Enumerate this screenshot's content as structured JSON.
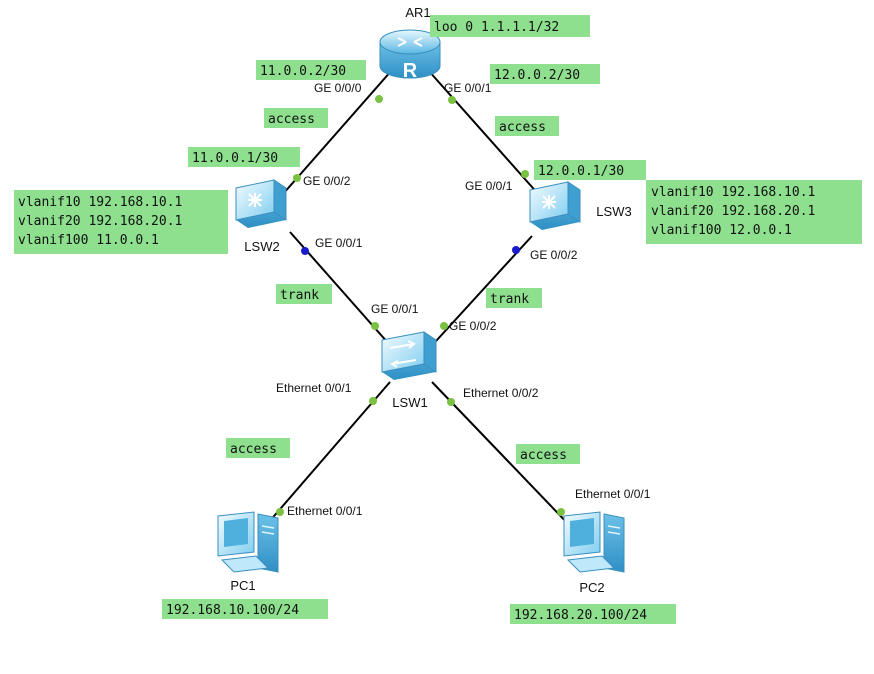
{
  "colors": {
    "note_bg": "#8ee08e",
    "link": "#000000",
    "port_green": "#7ac142",
    "port_blue": "#1a1acc",
    "device_light": "#dff6ff",
    "device_mid": "#8fd6f2",
    "device_dark": "#3fa7d6"
  },
  "devices": {
    "ar1": {
      "name": "AR1",
      "icon": "router-icon"
    },
    "lsw2": {
      "name": "LSW2",
      "icon": "l3-switch-icon"
    },
    "lsw3": {
      "name": "LSW3",
      "icon": "l3-switch-icon"
    },
    "lsw1": {
      "name": "LSW1",
      "icon": "l2-switch-icon"
    },
    "pc1": {
      "name": "PC1",
      "icon": "pc-icon"
    },
    "pc2": {
      "name": "PC2",
      "icon": "pc-icon"
    }
  },
  "ports": {
    "ar1_g000": "GE 0/0/0",
    "ar1_g001": "GE 0/0/1",
    "lsw2_g002": "GE 0/0/2",
    "lsw2_g001": "GE 0/0/1",
    "lsw3_g001": "GE 0/0/1",
    "lsw3_g002": "GE 0/0/2",
    "lsw1_g001": "GE 0/0/1",
    "lsw1_g002": "GE 0/0/2",
    "lsw1_e001": "Ethernet 0/0/1",
    "lsw1_e002": "Ethernet 0/0/2",
    "pc1_e001": "Ethernet 0/0/1",
    "pc2_e001": "Ethernet 0/0/1"
  },
  "notes": {
    "ar1_loopback": "loo 0 1.1.1.1/32",
    "ar1_left_ip": "11.0.0.2/30",
    "ar1_right_ip": "12.0.0.2/30",
    "link_ar1_lsw2": "access",
    "link_ar1_lsw3": "access",
    "lsw2_uplink_ip": "11.0.0.1/30",
    "lsw3_uplink_ip": "12.0.0.1/30",
    "lsw2_vlanif": [
      "vlanif10 192.168.10.1",
      "vlanif20 192.168.20.1",
      "vlanif100 11.0.0.1"
    ],
    "lsw3_vlanif": [
      "vlanif10 192.168.10.1",
      "vlanif20 192.168.20.1",
      "vlanif100 12.0.0.1"
    ],
    "link_lsw2_lsw1": "trank",
    "link_lsw3_lsw1": "trank",
    "link_lsw1_pc1": "access",
    "link_lsw1_pc2": "access",
    "pc1_ip": "192.168.10.100/24",
    "pc2_ip": "192.168.20.100/24"
  }
}
